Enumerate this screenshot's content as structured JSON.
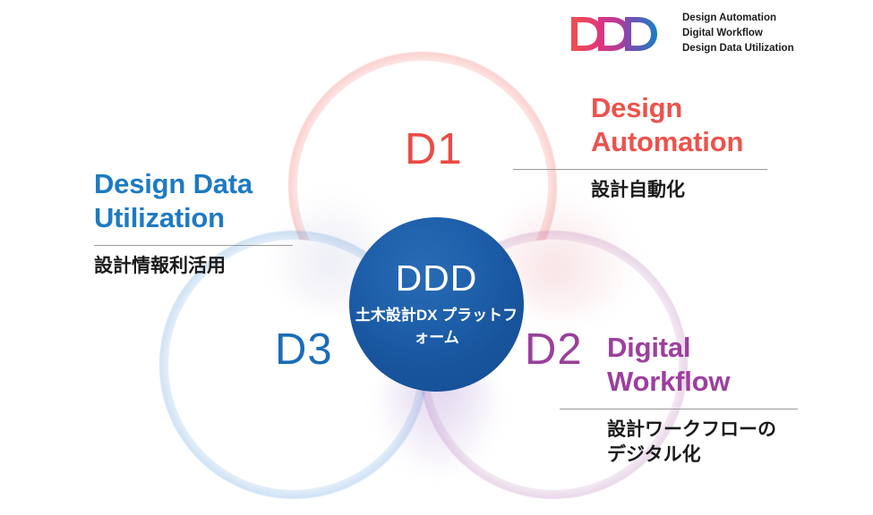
{
  "logo": {
    "mark_letters": "DDD",
    "mark_icon": "ddd-logo-icon",
    "lines": [
      "Design Automation",
      "Digital Workflow",
      "Design Data Utilization"
    ],
    "colors": {
      "start": "#e8455b",
      "middle": "#a93b9e",
      "end": "#1e7ac2"
    }
  },
  "center": {
    "title": "DDD",
    "subtitle": "土木設計DX\nプラットフォーム",
    "color": "#1b5ca5"
  },
  "lobes": [
    {
      "id": "d1",
      "numeral": "D1",
      "color": "#ec4a44",
      "glow": "#f07c76"
    },
    {
      "id": "d2",
      "numeral": "D2",
      "color": "#9a3f9c",
      "glow": "#a860aa"
    },
    {
      "id": "d3",
      "numeral": "D3",
      "color": "#1b6cb8",
      "glow": "#4691d7"
    }
  ],
  "blocks": {
    "automation": {
      "english": "Design\nAutomation",
      "japanese": "設計自動化",
      "color": "#ed524c"
    },
    "utilization": {
      "english": "Design Data\nUtilization",
      "japanese": "設計情報利活用",
      "color": "#1e7ac2"
    },
    "workflow": {
      "english": "Digital\nWorkflow",
      "japanese": "設計ワークフローの\nデジタル化",
      "color": "#9d3f9f"
    }
  }
}
